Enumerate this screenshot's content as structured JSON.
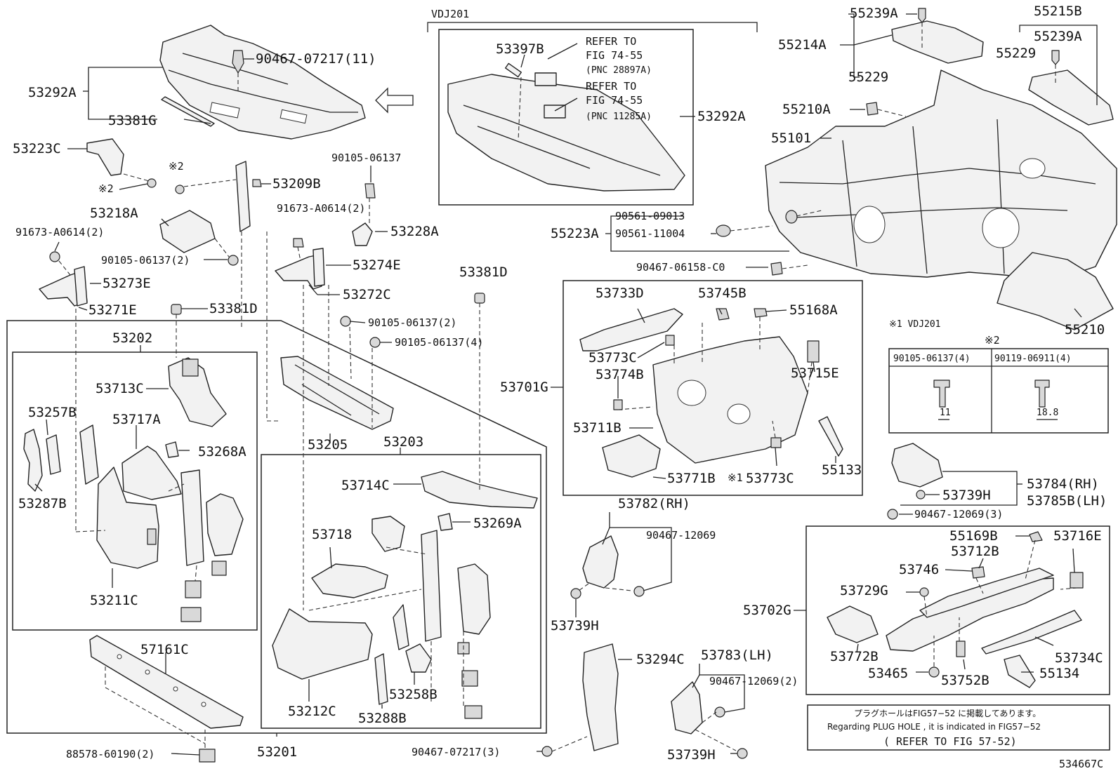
{
  "labels": {
    "p53292A_l": "53292A",
    "p53381G": "53381G",
    "p90467_07217_11": "90467-07217(11)",
    "pVDJ201": "VDJ201",
    "p53397B": "53397B",
    "refer1_a": "REFER TO",
    "refer1_b": "FIG 74-55",
    "refer1_c": "(PNC 28897A)",
    "refer2_a": "REFER TO",
    "refer2_b": "FIG 74-55",
    "refer2_c": "(PNC 11285A)",
    "p53292A_r": "53292A",
    "p55239A_t": "55239A",
    "p55215B": "55215B",
    "p55214A": "55214A",
    "p55239A_r": "55239A",
    "p55229_r": "55229",
    "p55229_l": "55229",
    "p55210A": "55210A",
    "p55101": "55101",
    "p53223C": "53223C",
    "mark2_a": "※2",
    "mark2_b": "※2",
    "p53209B": "53209B",
    "p90105_06137_a": "90105-06137",
    "p53218A": "53218A",
    "p91673_A0614_2_a": "91673-A0614(2)",
    "p91673_A0614_2_b": "91673-A0614(2)",
    "p53228A": "53228A",
    "p90105_06137_2_a": "90105-06137(2)",
    "p53274E": "53274E",
    "p53273E": "53273E",
    "p53272C": "53272C",
    "p53271E": "53271E",
    "p53381D_a": "53381D",
    "p53381D_b": "53381D",
    "p90105_06137_2_b": "90105-06137(2)",
    "p90105_06137_4": "90105-06137(4)",
    "p90561_09013": "90561-09013",
    "p55223A": "55223A",
    "p90561_11004": "90561-11004",
    "p90467_06158_C0": "90467-06158-C0",
    "p53733D": "53733D",
    "p53745B": "53745B",
    "p55168A": "55168A",
    "p53773C_a": "53773C",
    "p53774B": "53774B",
    "p53715E": "53715E",
    "p53701G": "53701G",
    "p53711B": "53711B",
    "p53771B": "53771B",
    "mark1": "※1",
    "p53773C_b": "53773C",
    "p55133": "55133",
    "p55210": "55210",
    "note_vdj": "※1 VDJ201",
    "mark2_head": "※2",
    "bolt_a": "90105-06137(4)",
    "bolt_b": "90119-06911(4)",
    "dim_a": "11",
    "dim_b": "18.8",
    "p53784RH": "53784(RH)",
    "p53785BLH": "53785B(LH)",
    "p53739H_a": "53739H",
    "p90467_12069_3": "90467-12069(3)",
    "p53202": "53202",
    "p53713C": "53713C",
    "p53257B": "53257B",
    "p53717A": "53717A",
    "p53268A": "53268A",
    "p53287B": "53287B",
    "p53211C": "53211C",
    "p53205": "53205",
    "p53203": "53203",
    "p53714C": "53714C",
    "p53718": "53718",
    "p53269A": "53269A",
    "p53212C": "53212C",
    "p53288B": "53288B",
    "p53258B": "53258B",
    "p57161C": "57161C",
    "p88578_60190_2": "88578-60190(2)",
    "p53201": "53201",
    "p53782RH": "53782(RH)",
    "p90467_12069": "90467-12069",
    "p53739H_b": "53739H",
    "p53294C": "53294C",
    "p53783LH": "53783(LH)",
    "p90467_12069_2": "90467-12069(2)",
    "p90467_07217_3": "90467-07217(3)",
    "p53739H_c": "53739H",
    "p55169B": "55169B",
    "p53716E": "53716E",
    "p53712B": "53712B",
    "p53746": "53746",
    "p53729G": "53729G",
    "p53702G": "53702G",
    "p53772B": "53772B",
    "p53734C": "53734C",
    "p53465": "53465",
    "p53752B": "53752B",
    "p55134": "55134",
    "note_jp": "プラグホールはFIG57−52 に掲載してあります。",
    "note_en": "Regarding  PLUG HOLE , it is indicated in FIG57−52",
    "note_ref": "( REFER TO FIG 57-52)",
    "fig_id": "534667C"
  }
}
